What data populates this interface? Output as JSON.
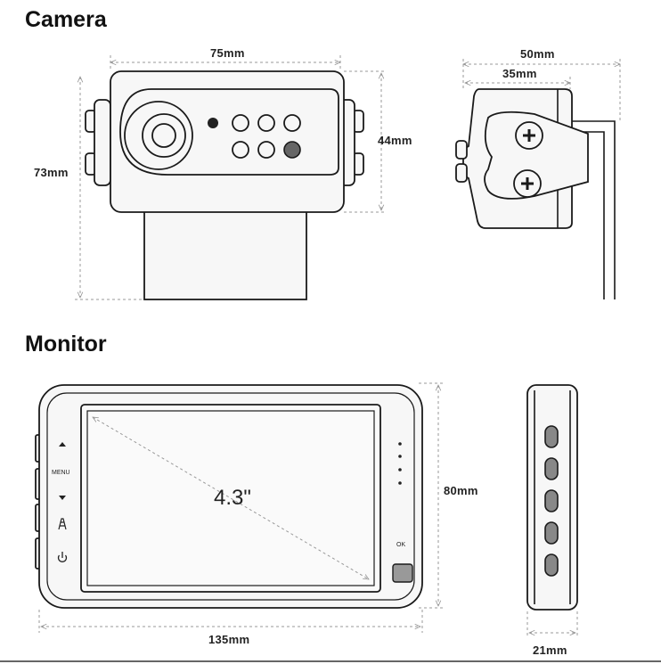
{
  "sections": {
    "camera_title": "Camera",
    "monitor_title": "Monitor"
  },
  "camera": {
    "width_label": "75mm",
    "height_label": "73mm",
    "body_height_label": "44mm",
    "depth_label": "50mm",
    "bracket_label": "35mm"
  },
  "monitor": {
    "width_label": "135mm",
    "height_label": "80mm",
    "depth_label": "21mm",
    "screen_size_label": "4.3\"",
    "menu_label": "MENU",
    "ok_label": "OK"
  }
}
